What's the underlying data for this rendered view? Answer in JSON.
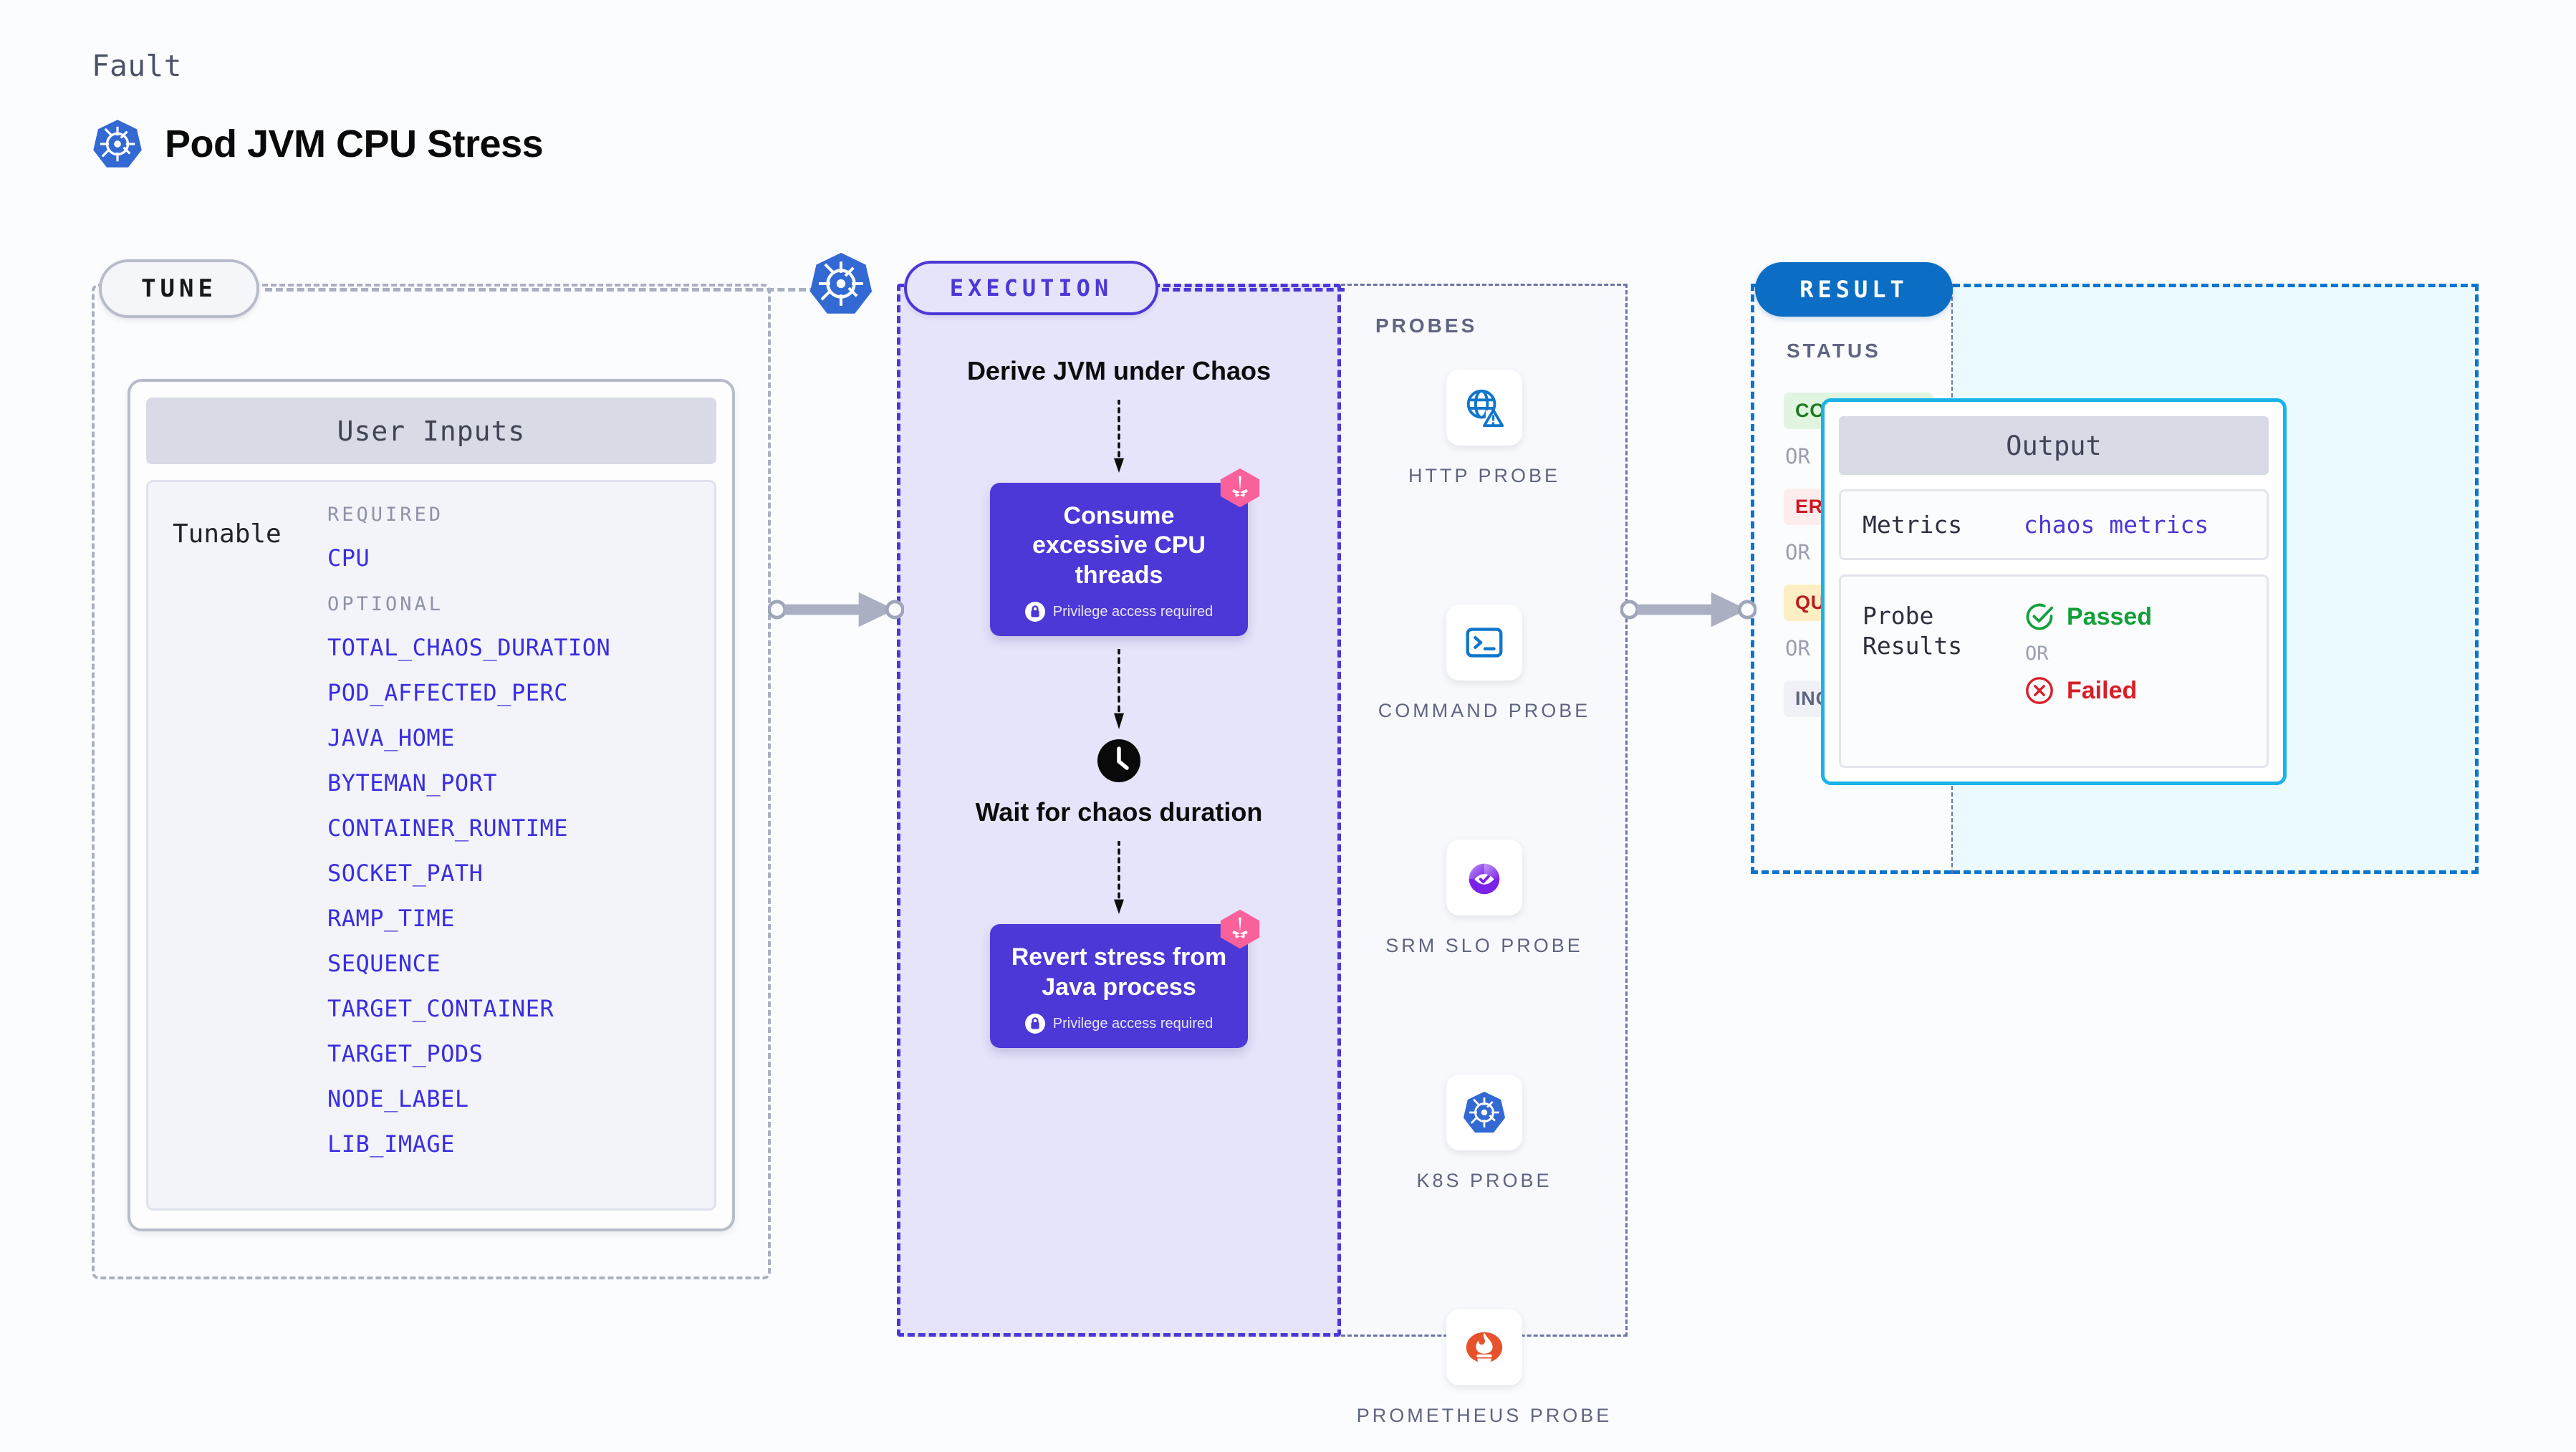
{
  "header": {
    "kicker": "Fault",
    "title": "Pod JVM CPU Stress",
    "icon": "kubernetes-icon"
  },
  "tune": {
    "pill_label": "TUNE",
    "card_title": "User Inputs",
    "tunable_label": "Tunable",
    "required_label": "REQUIRED",
    "optional_label": "OPTIONAL",
    "required": [
      "CPU"
    ],
    "optional": [
      "TOTAL_CHAOS_DURATION",
      "POD_AFFECTED_PERC",
      "JAVA_HOME",
      "BYTEMAN_PORT",
      "CONTAINER_RUNTIME",
      "SOCKET_PATH",
      "RAMP_TIME",
      "SEQUENCE",
      "TARGET_CONTAINER",
      "TARGET_PODS",
      "NODE_LABEL",
      "LIB_IMAGE"
    ],
    "platform_icon": "kubernetes-icon"
  },
  "execution": {
    "pill_label": "EXECUTION",
    "steps": [
      {
        "kind": "text",
        "label": "Derive JVM under Chaos"
      },
      {
        "kind": "node",
        "label": "Consume excessive CPU threads",
        "note": "Privilege access required",
        "note_icon": "lock-icon",
        "badge_icon": "litmus-icon"
      },
      {
        "kind": "text",
        "label": "Wait for chaos duration",
        "icon": "clock-icon"
      },
      {
        "kind": "node",
        "label": "Revert stress from Java process",
        "note": "Privilege access required",
        "note_icon": "lock-icon",
        "badge_icon": "litmus-icon"
      }
    ],
    "probes_title": "PROBES",
    "probes": [
      {
        "label": "HTTP PROBE",
        "icon": "globe-warning-icon"
      },
      {
        "label": "COMMAND PROBE",
        "icon": "terminal-icon"
      },
      {
        "label": "SRM SLO PROBE",
        "icon": "srm-slo-icon"
      },
      {
        "label": "K8S PROBE",
        "icon": "kubernetes-icon"
      },
      {
        "label": "PROMETHEUS PROBE",
        "icon": "prometheus-icon"
      }
    ]
  },
  "result": {
    "pill_label": "RESULT",
    "status_title": "STATUS",
    "or_label": "OR",
    "statuses": [
      {
        "label": "COMPLETED",
        "color": "#1d7a20",
        "bg": "#dff5e0"
      },
      {
        "label": "ERRORED",
        "color": "#cf1620",
        "bg": "#fdecec"
      },
      {
        "label": "QUEUED",
        "color": "#b81d1d",
        "bg": "#fdeec4"
      },
      {
        "label": "INCOMPLETED",
        "color": "#5e6581",
        "bg": "#f0f1f6"
      }
    ],
    "output": {
      "title": "Output",
      "metrics_key": "Metrics",
      "metrics_value": "chaos metrics",
      "probe_key": "Probe Results",
      "passed_label": "Passed",
      "failed_label": "Failed",
      "or_label": "OR",
      "passed_icon": "check-circle-icon",
      "failed_icon": "x-circle-icon"
    }
  },
  "colors": {
    "accent_purple": "#4b38d6",
    "accent_blue": "#0b6ec4",
    "accent_cyan": "#18b3e8",
    "litmus_pink": "#f9619b",
    "param_link": "#3a2de0"
  }
}
